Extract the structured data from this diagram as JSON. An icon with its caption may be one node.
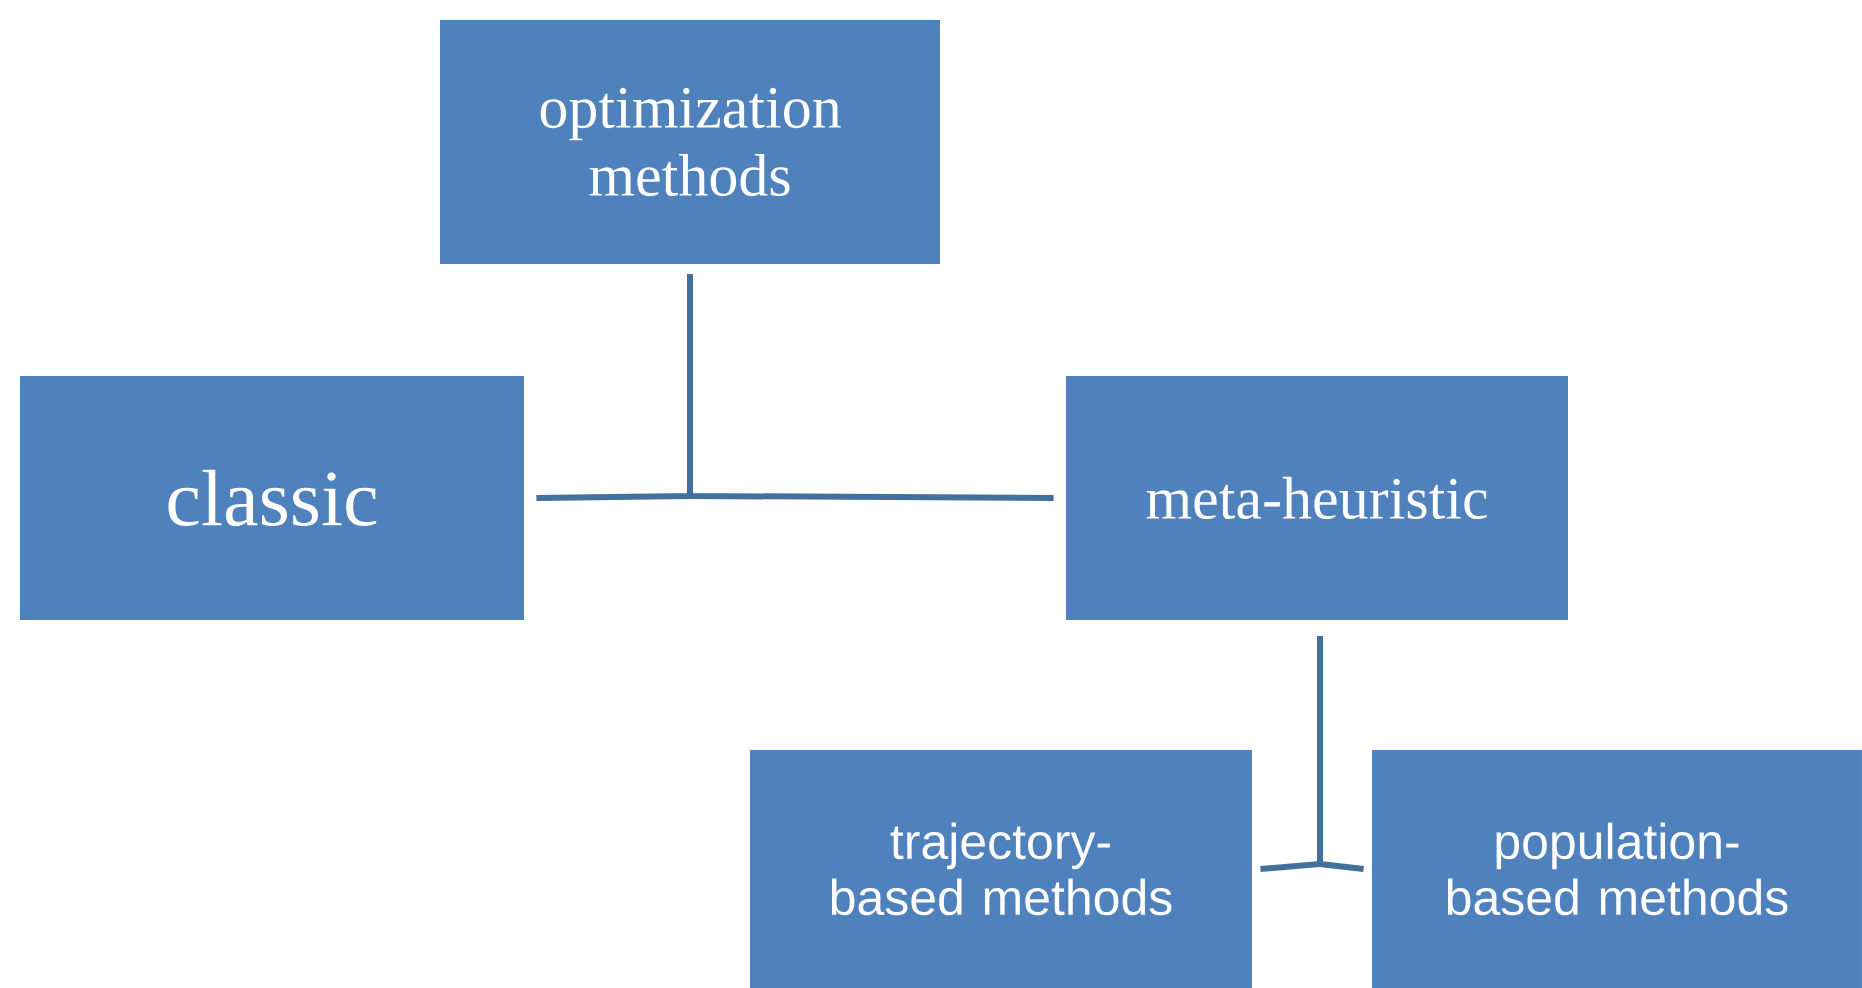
{
  "diagram": {
    "nodes": [
      {
        "text": [
          "optimization methods"
        ]
      },
      {
        "text": [
          "classic"
        ]
      },
      {
        "text": [
          "meta-heuristic"
        ]
      },
      {
        "text": [
          "trajectory-based methods"
        ]
      },
      {
        "text": [
          "population-based methods"
        ]
      }
    ],
    "edges": [
      {
        "from": 0,
        "to": 1,
        "arrow": "none"
      },
      {
        "from": 0,
        "to": 2,
        "arrow": "none"
      },
      {
        "from": 2,
        "to": 3,
        "arrow": "none"
      },
      {
        "from": 2,
        "to": 4,
        "arrow": "none"
      }
    ]
  }
}
